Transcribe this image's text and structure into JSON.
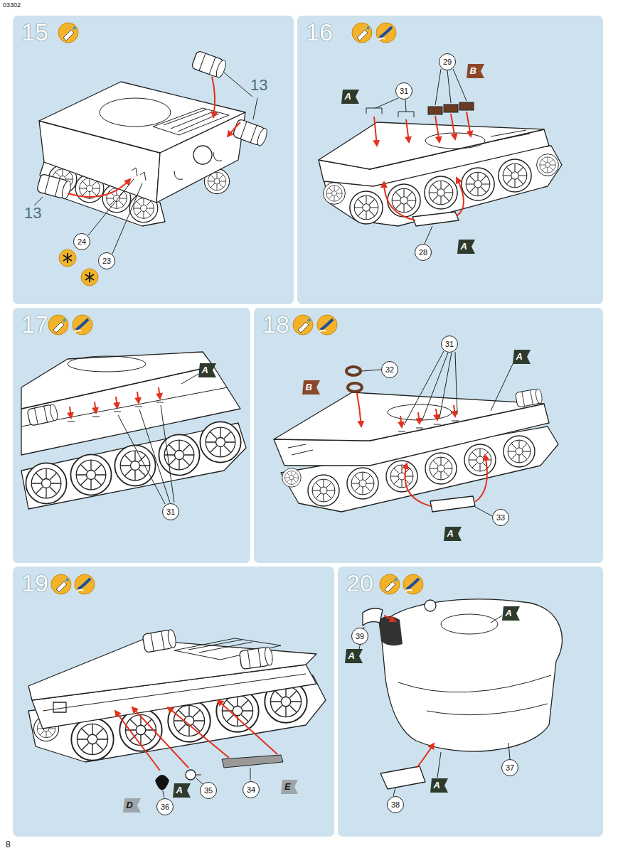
{
  "diagram": {
    "nodes": [
      {
        "text": [
          "15"
        ]
      },
      {
        "text": [
          "24"
        ],
        "in": 0
      },
      {
        "text": [
          "23"
        ],
        "in": 0
      },
      {
        "text": [
          "16"
        ]
      },
      {
        "text": [
          "A"
        ],
        "in": 3
      },
      {
        "text": [
          "31"
        ],
        "in": 3
      },
      {
        "text": [
          "29"
        ],
        "in": 3
      },
      {
        "text": [
          "B"
        ],
        "in": 3
      },
      {
        "text": [
          "28"
        ],
        "in": 3
      },
      {
        "text": [
          "A"
        ],
        "in": 3
      },
      {
        "text": [
          "17"
        ]
      },
      {
        "text": [
          "A"
        ],
        "in": 10
      },
      {
        "text": [
          "31"
        ],
        "in": 10
      },
      {
        "text": [
          "18"
        ]
      },
      {
        "text": [
          "31"
        ],
        "in": 13
      },
      {
        "text": [
          "32"
        ],
        "in": 13
      },
      {
        "text": [
          "B"
        ],
        "in": 13
      },
      {
        "text": [
          "A"
        ],
        "in": 13
      },
      {
        "text": [
          "33"
        ],
        "in": 13
      },
      {
        "text": [
          "A"
        ],
        "in": 13
      },
      {
        "text": [
          "19"
        ]
      },
      {
        "text": [
          "36"
        ],
        "in": 20
      },
      {
        "text": [
          "35"
        ],
        "in": 20
      },
      {
        "text": [
          "34"
        ],
        "in": 20
      },
      {
        "text": [
          "E"
        ],
        "in": 20
      },
      {
        "text": [
          "D"
        ],
        "in": 20
      },
      {
        "text": [
          "A"
        ],
        "in": 20
      },
      {
        "text": [
          "20"
        ]
      },
      {
        "text": [
          "A"
        ],
        "in": 27
      },
      {
        "text": [
          "39"
        ],
        "in": 27
      },
      {
        "text": [
          "A"
        ],
        "in": 27
      },
      {
        "text": [
          "37"
        ],
        "in": 27
      },
      {
        "text": [
          "A"
        ],
        "in": 27
      },
      {
        "text": [
          "38"
        ],
        "in": 27
      }
    ],
    "labels": [
      "03302",
      "13",
      "13",
      "8"
    ]
  }
}
